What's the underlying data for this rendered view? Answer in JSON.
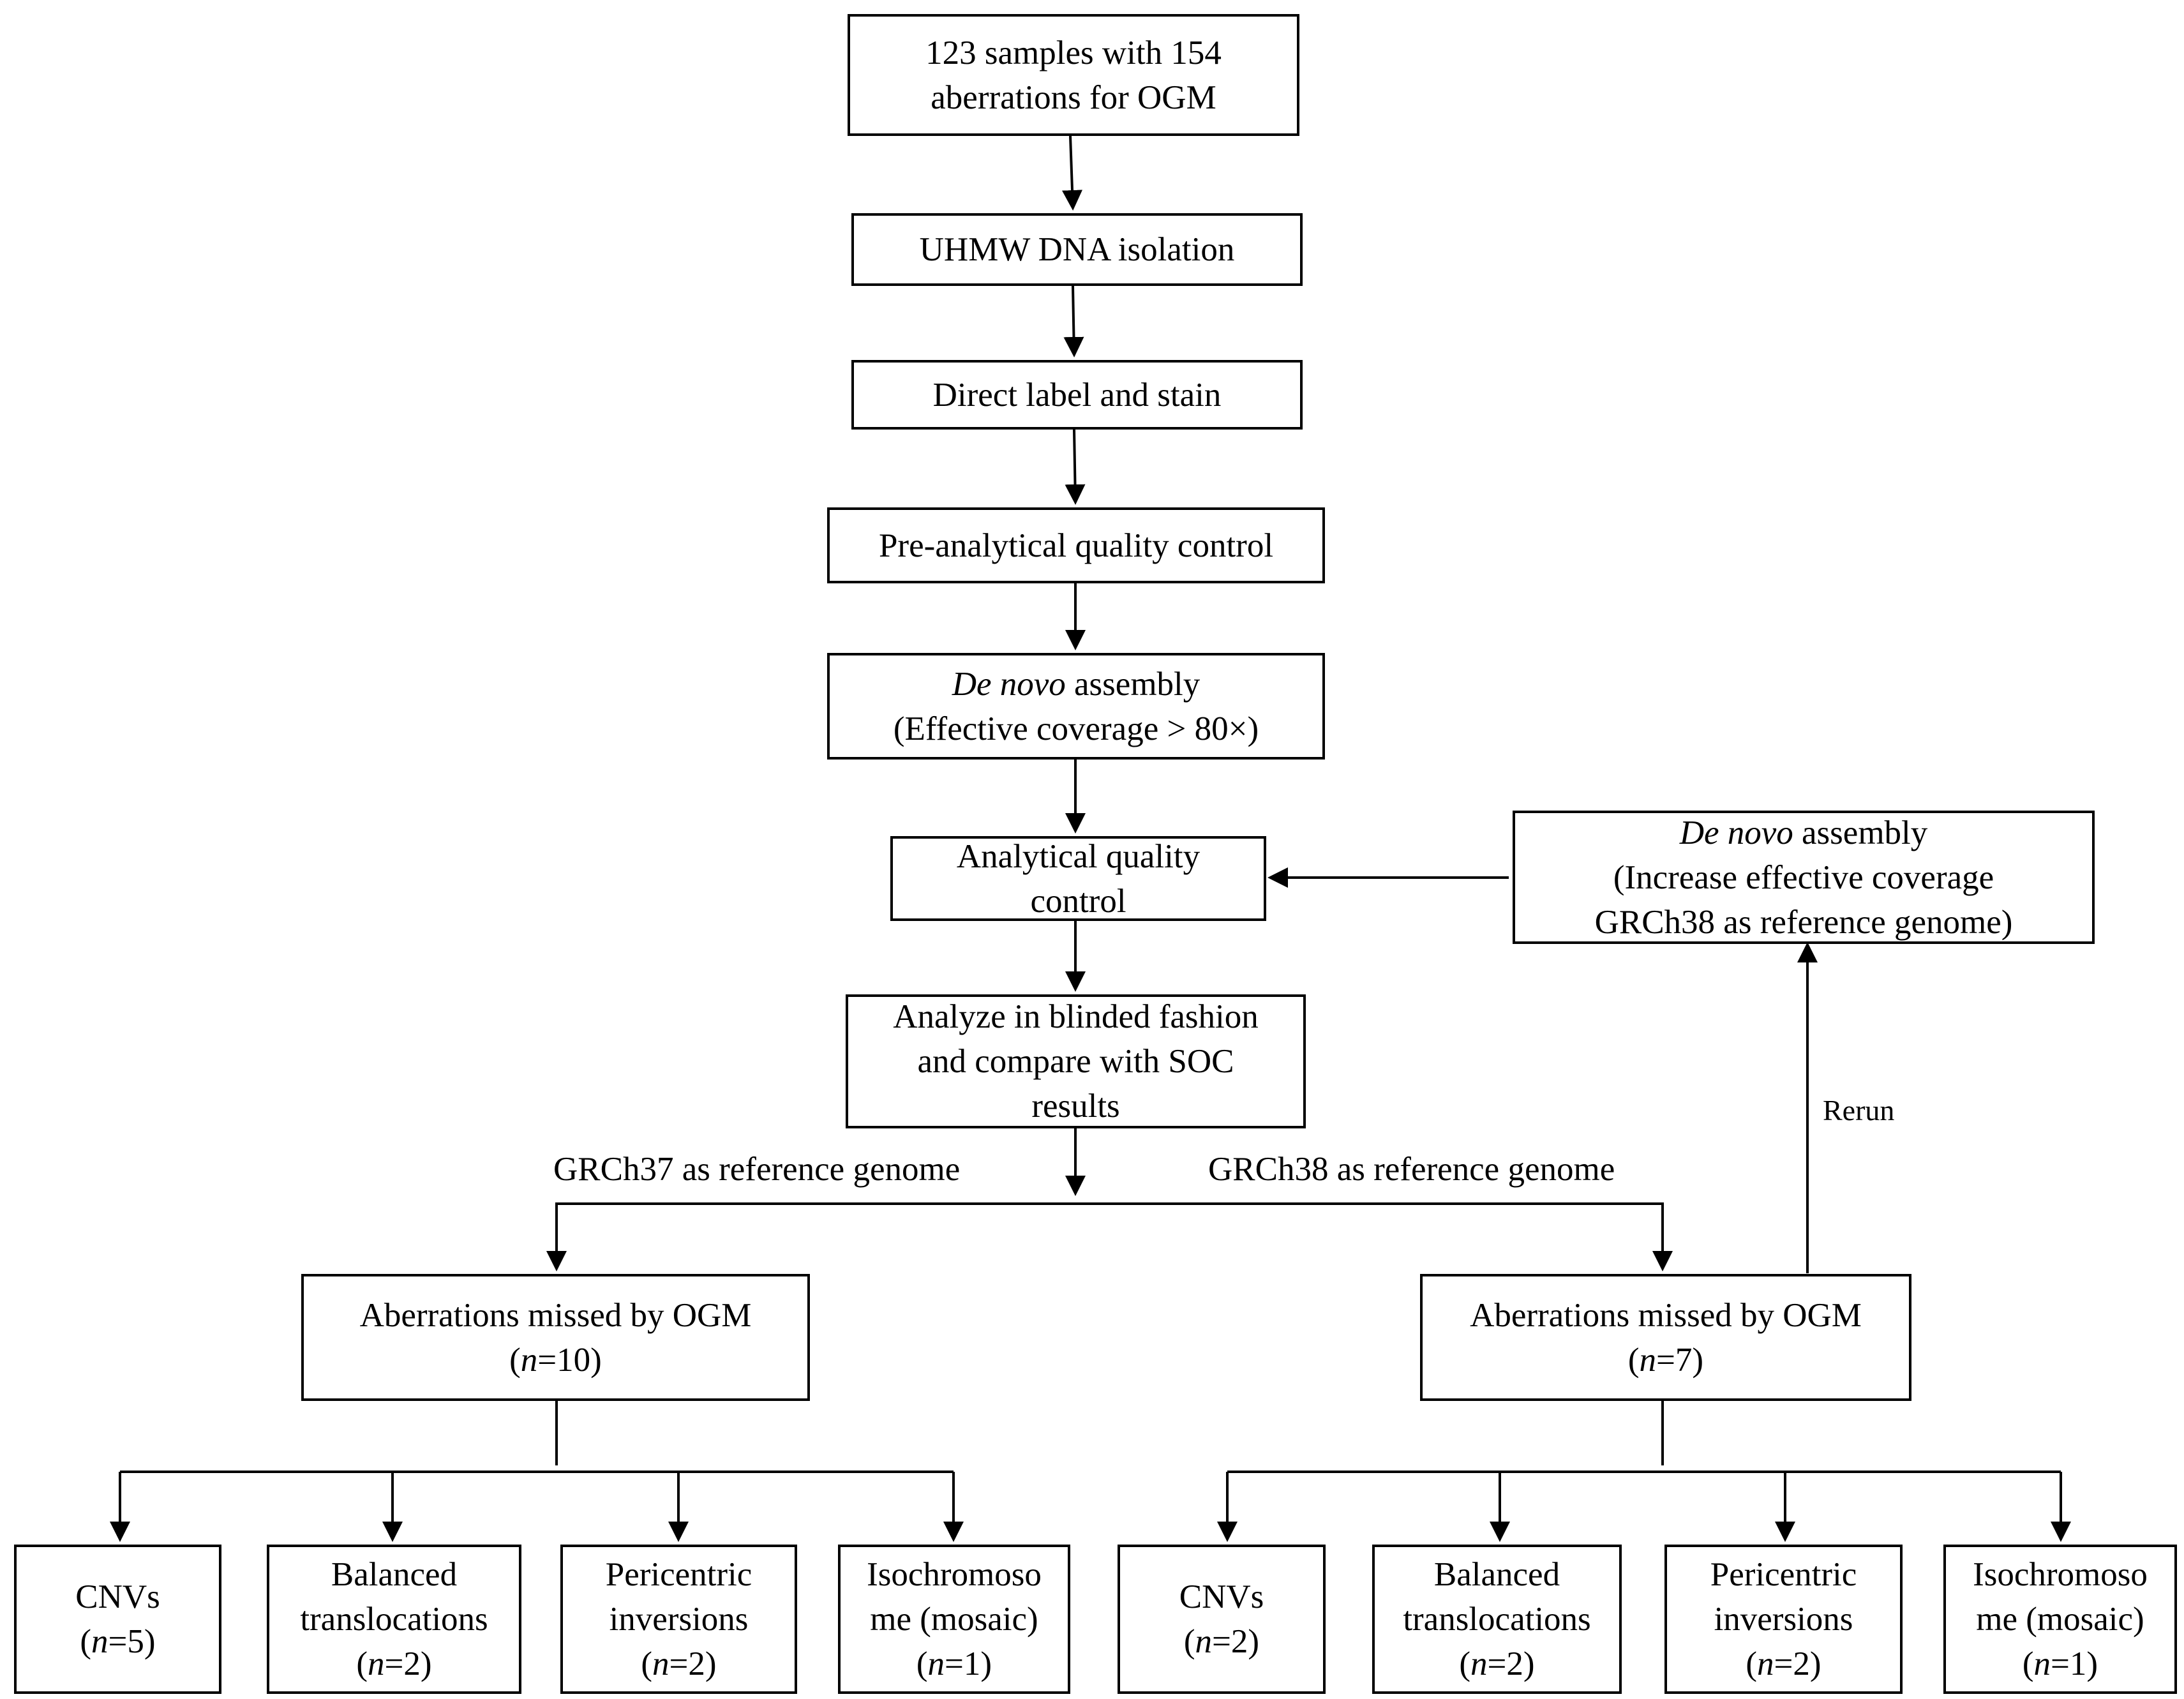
{
  "nodes": {
    "start": {
      "l1": "123 samples with 154",
      "l2": "aberrations for OGM"
    },
    "isolation": {
      "l1": "UHMW DNA isolation"
    },
    "label_stain": {
      "l1": "Direct label and stain"
    },
    "preqc": {
      "l1": "Pre-analytical quality control"
    },
    "denovo1": {
      "l1_italic": "De novo",
      "l1_rest": " assembly",
      "l2": "(Effective coverage > 80×)"
    },
    "aqc": {
      "l1": "Analytical quality",
      "l2": "control"
    },
    "denovo2": {
      "l1_italic": "De novo",
      "l1_rest": " assembly",
      "l2": "(Increase effective coverage",
      "l3": "GRCh38 as reference genome)"
    },
    "analyze": {
      "l1": "Analyze in blinded fashion",
      "l2": "and compare with SOC",
      "l3": "results"
    },
    "missed37": {
      "l1": "Aberrations missed by OGM",
      "n_prefix": "(",
      "n_italic": "n",
      "n_value": "=10)"
    },
    "missed38": {
      "l1": "Aberrations missed by OGM",
      "n_prefix": "(",
      "n_italic": "n",
      "n_value": "=7)"
    },
    "cnv_a": {
      "l1": "CNVs",
      "n_prefix": "(",
      "n_italic": "n",
      "n_value": "=5)"
    },
    "bal_a": {
      "l1": "Balanced",
      "l2": "translocations",
      "n_prefix": "(",
      "n_italic": "n",
      "n_value": "=2)"
    },
    "peri_a": {
      "l1": "Pericentric",
      "l2": "inversions",
      "n_prefix": "(",
      "n_italic": "n",
      "n_value": "=2)"
    },
    "iso_a": {
      "l1": "Isochromoso",
      "l2": "me (mosaic)",
      "n_prefix": "(",
      "n_italic": "n",
      "n_value": "=1)"
    },
    "cnv_b": {
      "l1": "CNVs",
      "n_prefix": "(",
      "n_italic": "n",
      "n_value": "=2)"
    },
    "bal_b": {
      "l1": "Balanced",
      "l2": "translocations",
      "n_prefix": "(",
      "n_italic": "n",
      "n_value": "=2)"
    },
    "peri_b": {
      "l1": "Pericentric",
      "l2": "inversions",
      "n_prefix": "(",
      "n_italic": "n",
      "n_value": "=2)"
    },
    "iso_b": {
      "l1": "Isochromoso",
      "l2": "me (mosaic)",
      "n_prefix": "(",
      "n_italic": "n",
      "n_value": "=1)"
    }
  },
  "labels": {
    "grch37": "GRCh37 as reference genome",
    "grch38": "GRCh38 as reference genome",
    "rerun": "Rerun"
  }
}
